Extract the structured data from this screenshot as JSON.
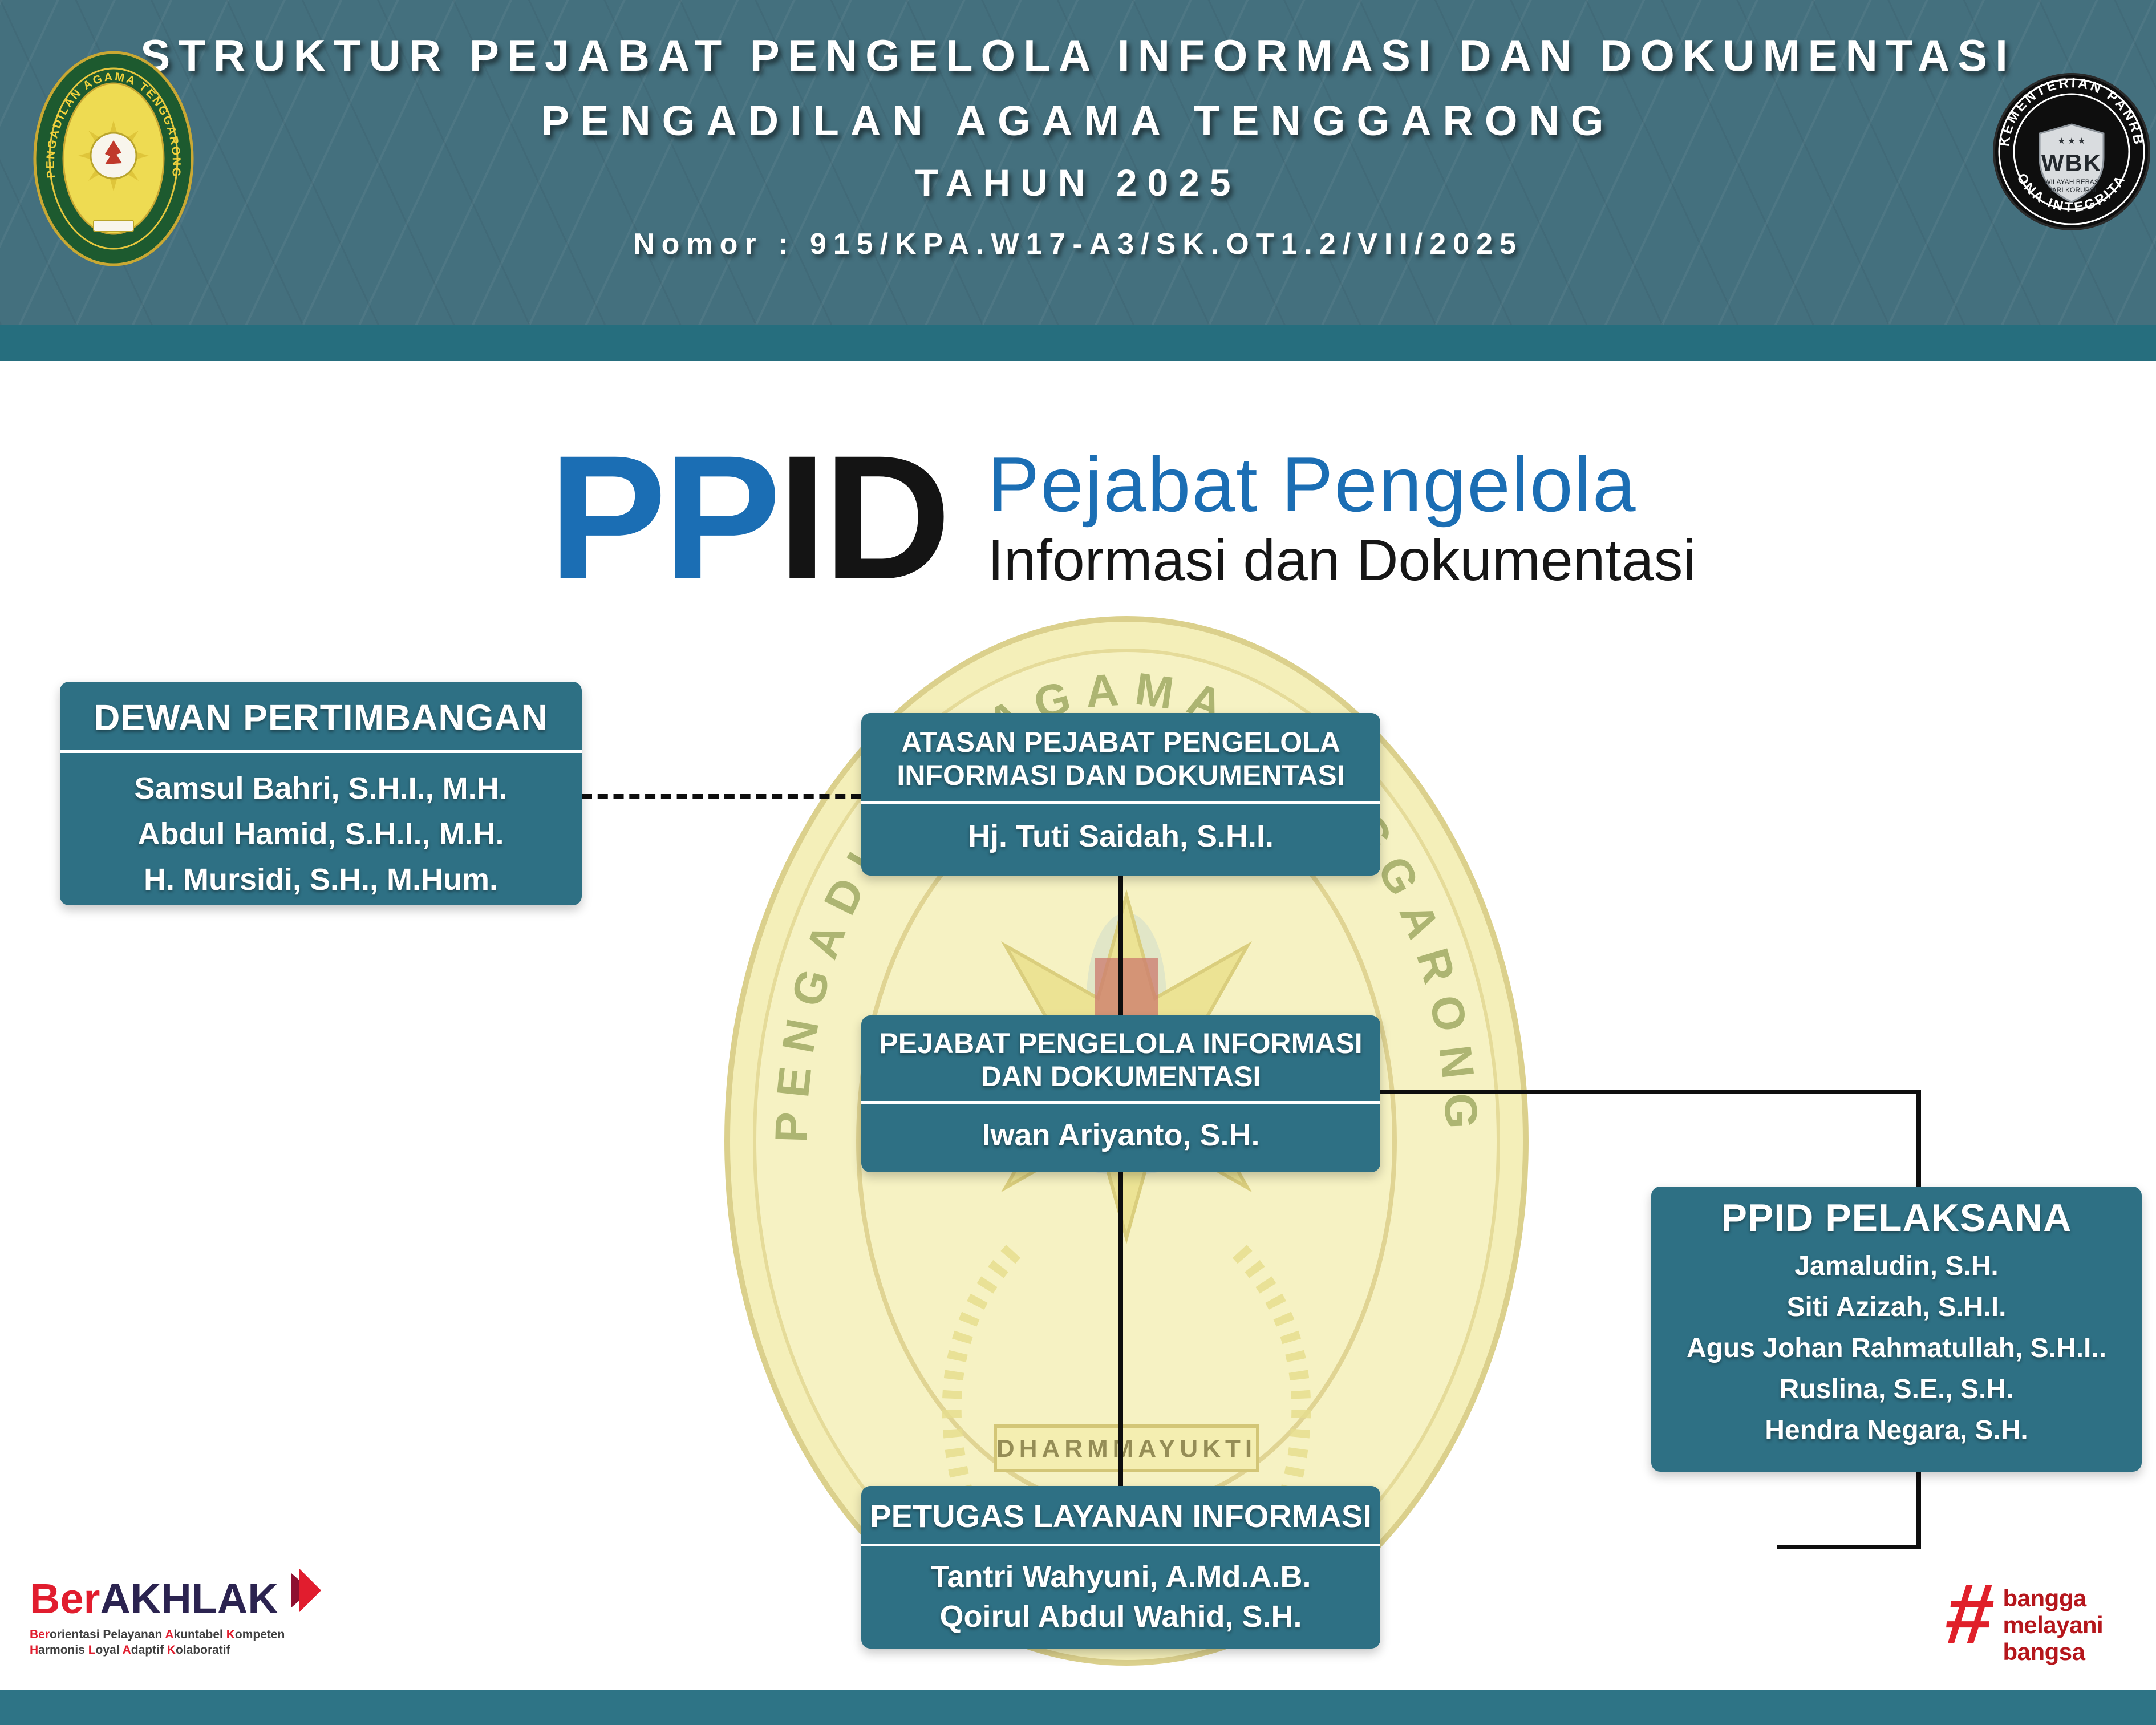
{
  "colors": {
    "header_bg": "#44707e",
    "header_strip": "#266e7e",
    "box_teal": "#2e7084",
    "ppid_blue": "#1b6eb4",
    "accent_red": "#e11d2e",
    "berakhlak_dark": "#2b2350",
    "bangga_red": "#b5161c",
    "watermark_yellow": "#f3eeb2"
  },
  "header": {
    "line1": "STRUKTUR PEJABAT PENGELOLA INFORMASI DAN DOKUMENTASI",
    "line2": "PENGADILAN AGAMA TENGGARONG",
    "line3": "TAHUN 2025",
    "nomor": "Nomor : 915/KPA.W17-A3/SK.OT1.2/VII/2025",
    "seal_arc_text": "PENGADILAN AGAMA TENGGARONG",
    "wbk": {
      "arc_top": "KEMENTERIAN PANRB",
      "arc_bottom": "ZONA INTEGRITAS",
      "stars": "★ ★ ★",
      "shield": "WBK",
      "sub1": "WILAYAH BEBAS",
      "sub2": "DARI KORUPSI"
    }
  },
  "ppid_logo": {
    "mark_blue": "PP",
    "mark_dark": "ID",
    "tagline1": "Pejabat Pengelola",
    "tagline2": "Informasi dan Dokumentasi"
  },
  "watermark": {
    "arc_text": "PENGADILAN AGAMA TENGGARONG",
    "banner": "DHARMMAYUKTI"
  },
  "org_chart": {
    "dewan_pertimbangan": {
      "title": "DEWAN PERTIMBANGAN",
      "members": [
        "Samsul Bahri, S.H.I., M.H.",
        "Abdul Hamid, S.H.I., M.H.",
        "H. Mursidi, S.H., M.Hum."
      ]
    },
    "atasan_ppid": {
      "title_line1": "ATASAN PEJABAT PENGELOLA",
      "title_line2": "INFORMASI DAN DOKUMENTASI",
      "name": "Hj. Tuti Saidah, S.H.I."
    },
    "ppid": {
      "title_line1": "PEJABAT PENGELOLA INFORMASI",
      "title_line2": "DAN DOKUMENTASI",
      "name": "Iwan Ariyanto, S.H."
    },
    "ppid_pelaksana": {
      "title": "PPID PELAKSANA",
      "members": [
        "Jamaludin, S.H.",
        "Siti Azizah, S.H.I.",
        "Agus Johan Rahmatullah, S.H.I..",
        "Ruslina, S.E., S.H.",
        "Hendra Negara, S.H."
      ]
    },
    "petugas_layanan": {
      "title": "PETUGAS LAYANAN INFORMASI",
      "members": [
        "Tantri Wahyuni, A.Md.A.B.",
        "Qoirul Abdul Wahid, S.H."
      ]
    }
  },
  "footer": {
    "berakhlak": {
      "wordmark": [
        {
          "t": "Ber",
          "c": "red"
        },
        {
          "t": "AKHLAK",
          "c": "dark"
        }
      ],
      "tagline_line1": [
        {
          "t": "Ber",
          "c": "red"
        },
        {
          "t": "orientasi Pelayanan ",
          "c": "gray"
        },
        {
          "t": "A",
          "c": "red"
        },
        {
          "t": "kuntabel ",
          "c": "gray"
        },
        {
          "t": "K",
          "c": "red"
        },
        {
          "t": "ompeten",
          "c": "gray"
        }
      ],
      "tagline_line2": [
        {
          "t": "H",
          "c": "red"
        },
        {
          "t": "armonis ",
          "c": "gray"
        },
        {
          "t": "L",
          "c": "red"
        },
        {
          "t": "oyal ",
          "c": "gray"
        },
        {
          "t": "A",
          "c": "red"
        },
        {
          "t": "daptif ",
          "c": "gray"
        },
        {
          "t": "K",
          "c": "red"
        },
        {
          "t": "olaboratif",
          "c": "gray"
        }
      ]
    },
    "bangga": {
      "hash": "#",
      "words": [
        "bangga",
        "melayani",
        "bangsa"
      ]
    }
  }
}
